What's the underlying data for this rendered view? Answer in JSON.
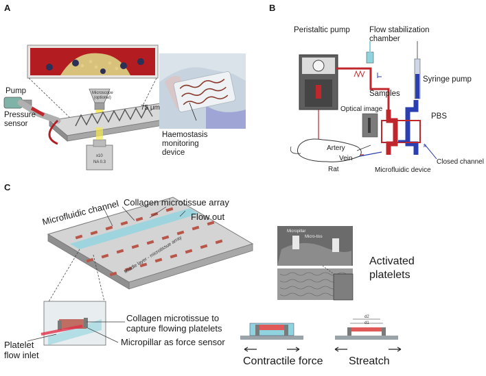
{
  "panels": {
    "a": {
      "letter": "A",
      "pump": "Pump",
      "pressure_sensor": "Pressure\nsensor",
      "microscope_label": "Microscope\n(optional)",
      "objective_mag": "x10",
      "objective_na": "NA 0.3",
      "channel_size": "75 μm",
      "device_label": "Haemostasis\nmonitoring\ndevice"
    },
    "b": {
      "letter": "B",
      "peristaltic_pump": "Peristaltic pump",
      "flow_chamber": "Flow stabilization\nchamber",
      "samples": "Samples",
      "syringe_pump": "Syringe pump",
      "optical_image": "Optical image",
      "pbs": "PBS",
      "artery": "Artery",
      "vein": "Vein",
      "rat": "Rat",
      "closed_channel": "Closed channel",
      "microfluidic_device": "Microfluidic device"
    },
    "c": {
      "letter": "C",
      "collagen_array": "Collagen microtissue array",
      "microfluidic_channel": "Microfluidic channel",
      "flow_out": "Flow out",
      "middle_layer": "Middle layer - microtissue array",
      "collagen_capture": "Collagen microtissue to\ncapture flowing platelets",
      "micropillar": "Micropillar as force sensor",
      "platelet_inlet": "Platelet\nflow inlet",
      "activated_platelets": "Activated\nplatelets",
      "sem_micropillar": "Micropillar",
      "sem_microtissue": "Micro-tiss",
      "contractile_force": "Contractile force",
      "stretch": "Streatch",
      "d2": "d2",
      "d1": "d1"
    }
  },
  "colors": {
    "blood_red": "#c0272d",
    "vessel_blue": "#2b3fb0",
    "channel_cyan": "#8fd3de",
    "device_gray": "#b8b8b8"
  }
}
